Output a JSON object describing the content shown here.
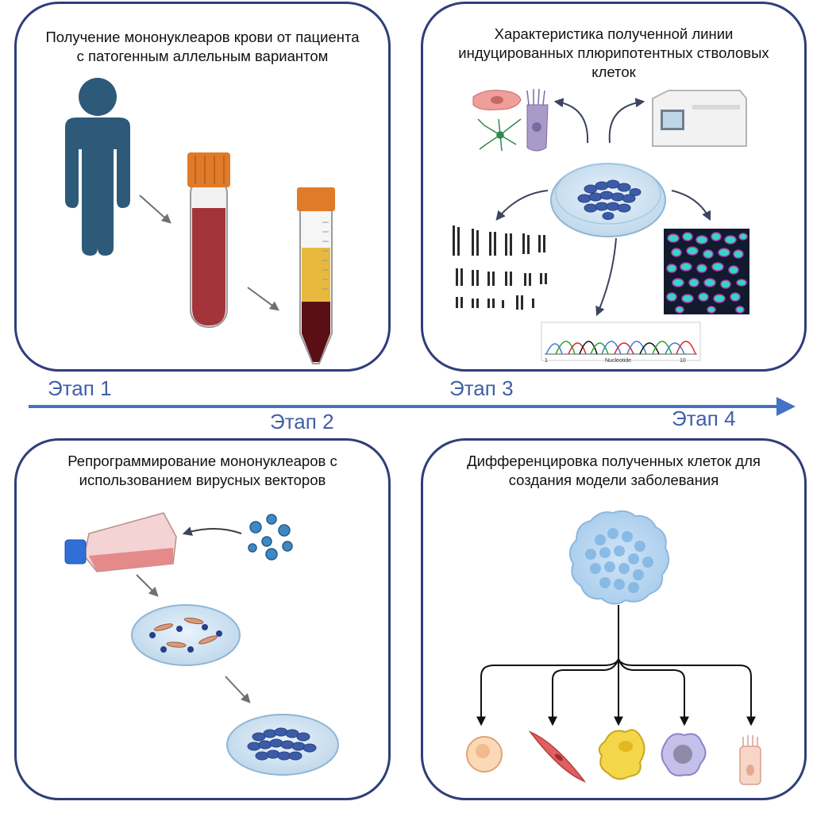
{
  "panels": {
    "p1": {
      "title": "Получение мононуклеаров крови от пациента с патогенным аллельным вариантом"
    },
    "p2": {
      "title": "Репрограммирование мононуклеаров с использованием вирусных векторов"
    },
    "p3": {
      "title": "Характеристика полученной линии индуцированных плюрипотентных стволовых клеток"
    },
    "p4": {
      "title": "Дифференцировка полученных клеток для создания модели заболевания"
    }
  },
  "timeline": {
    "stage1": "Этап 1",
    "stage2": "Этап 2",
    "stage3": "Этап 3",
    "stage4": "Этап 4"
  },
  "chromatogram": {
    "xlabel": "Nucleotide",
    "x_start": "1",
    "x_end": "10"
  },
  "colors": {
    "panel_border": "#2f3e7a",
    "timeline_arrow": "#4472c4",
    "stage_text": "#3f5fa8",
    "person": "#2e5a7a",
    "tube_cap": "#e07b2a",
    "blood": "#a3343a",
    "plasma": "#e8b93c",
    "ipsc_colony": "#3c5ca8",
    "flask_cap": "#2f6fd6",
    "virus": "#3f88c5",
    "immuno_bg": "#121a2e",
    "immuno_nuclei": "#36d6c0"
  }
}
